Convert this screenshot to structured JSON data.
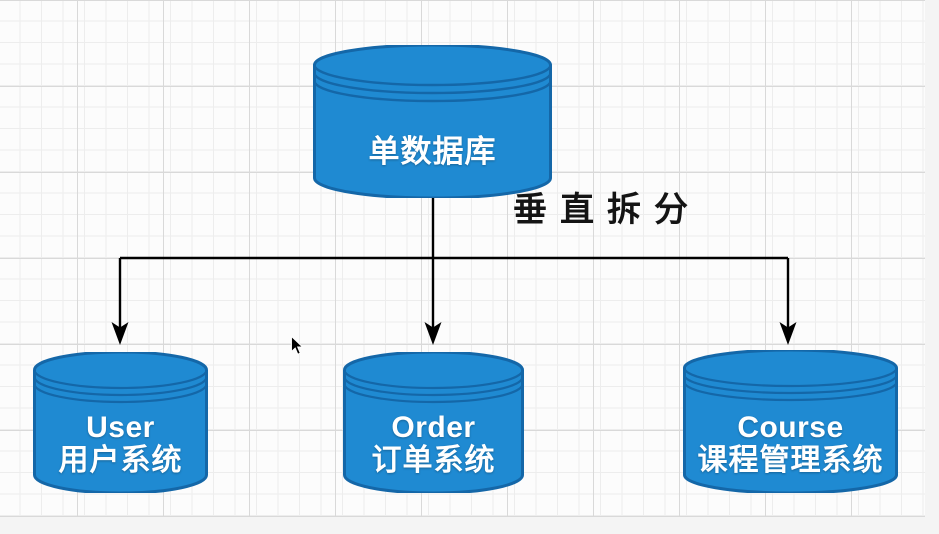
{
  "diagram": {
    "root_node": {
      "label": "单数据库"
    },
    "annotation": "垂直拆分",
    "children": [
      {
        "id": "user",
        "title": "User",
        "subtitle": "用户系统"
      },
      {
        "id": "order",
        "title": "Order",
        "subtitle": "订单系统"
      },
      {
        "id": "course",
        "title": "Course",
        "subtitle": "课程管理系统"
      }
    ],
    "colors": {
      "cylinder_fill": "#1f8ad2",
      "cylinder_stroke": "#1467a8",
      "connector": "#000000",
      "label_text": "#ffffff",
      "annotation_text": "#141414",
      "grid_minor": "#ededed",
      "grid_major": "#d9d9d9",
      "canvas_bg": "#fcfcfc"
    }
  }
}
